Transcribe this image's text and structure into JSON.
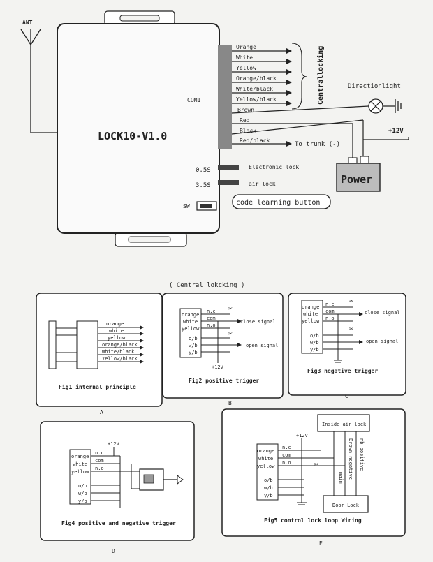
{
  "main": {
    "antenna_label": "ANT",
    "module_title": "LOCK10-V1.0",
    "com_label": "COM1",
    "wires": [
      "Orange",
      "White",
      "Yellow",
      "Orange/black",
      "White/black",
      "Yellow/black",
      "Brown",
      "Red",
      "Black",
      "Red/black"
    ],
    "to_trunk": "To trunk (-)",
    "centrallocking_label": "Centrallocking",
    "direction_light": "Directionlight",
    "plus12": "+12V",
    "power": "Power",
    "out_05s": "0.5S",
    "out_05s_desc": "Electronic lock",
    "out_35s": "3.5S",
    "out_35s_desc": "air lock",
    "sw_label": "SW",
    "code_button": "code learning button"
  },
  "central_heading": "( Central lokcking )",
  "figs": {
    "A": {
      "letter": "A",
      "caption": "Fig1 internal principle",
      "wires": [
        "orange",
        "white",
        "yellow",
        "orange/black",
        "White/black",
        "Yellow/black"
      ]
    },
    "B": {
      "letter": "B",
      "caption": "Fig2 positive trigger",
      "left_labels": [
        "orange",
        "white",
        "yellow",
        "o/b",
        "w/b",
        "y/b"
      ],
      "terms": [
        "n.c",
        "com",
        "n.o"
      ],
      "close": "close signal",
      "open": "open signal",
      "v12": "+12V"
    },
    "C": {
      "letter": "C",
      "caption": "Fig3 negative trigger",
      "left_labels": [
        "orange",
        "white",
        "yellow",
        "o/b",
        "w/b",
        "y/b"
      ],
      "terms": [
        "n.c",
        "com",
        "n.o"
      ],
      "close": "close signal",
      "open": "open signal"
    },
    "D": {
      "letter": "D",
      "caption": "Fig4 positive and negative trigger",
      "left_labels": [
        "orange",
        "white",
        "yellow",
        "o/b",
        "w/b",
        "y/b"
      ],
      "terms": [
        "n.c",
        "com",
        "n.o"
      ],
      "v12": "+12V"
    },
    "E": {
      "letter": "E",
      "caption": "Fig5 control lock loop Wiring",
      "left_labels": [
        "orange",
        "white",
        "yellow",
        "o/b",
        "w/b",
        "y/b"
      ],
      "terms": [
        "n.c",
        "com",
        "n.o"
      ],
      "v12": "+12V",
      "inside": "Inside air lock",
      "door": "Door Lock",
      "v1": "main",
      "v2": "Brown negative",
      "v3": "nb positive"
    }
  }
}
